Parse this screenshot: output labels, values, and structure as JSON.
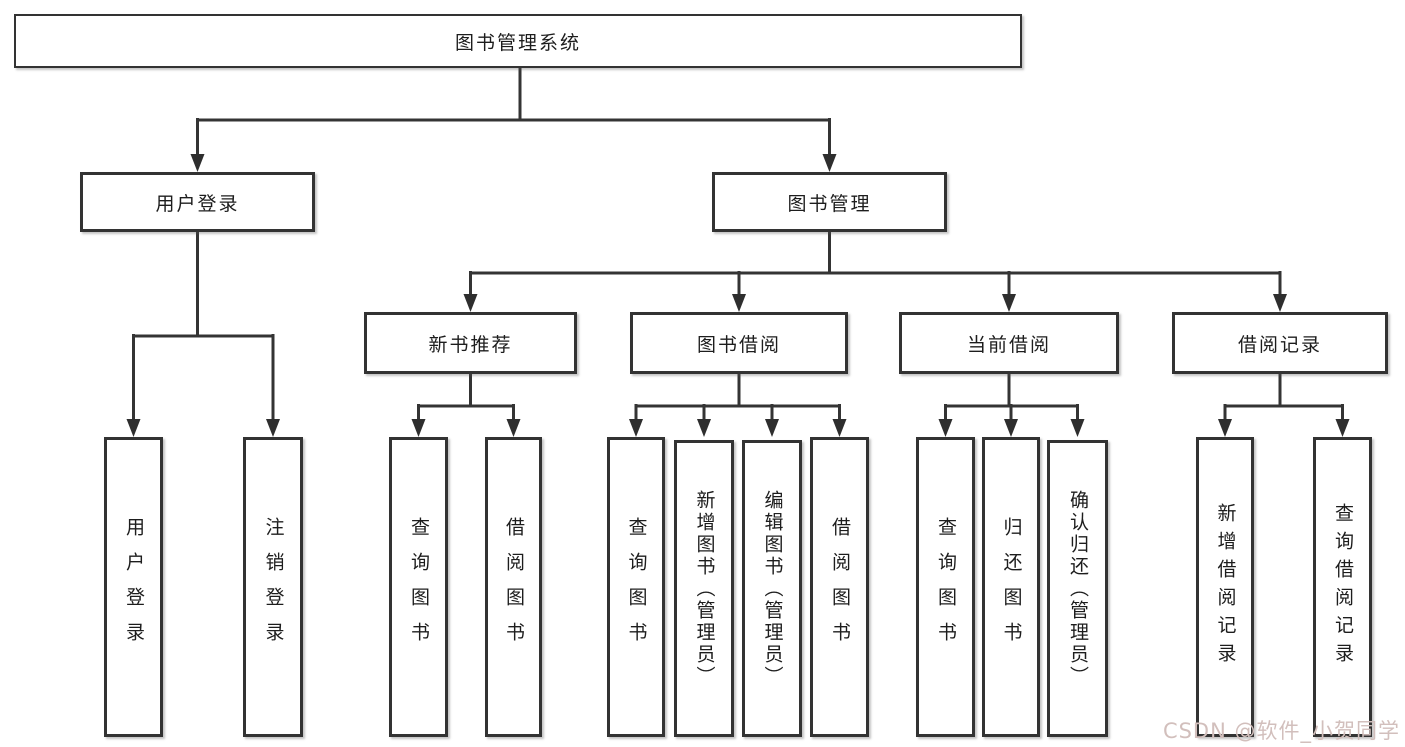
{
  "tree": {
    "root": {
      "label": "图书管理系统"
    },
    "branches": [
      {
        "label": "用户登录",
        "children": [
          {
            "label": "用户登录"
          },
          {
            "label": "注销登录"
          }
        ]
      },
      {
        "label": "图书管理",
        "groups": [
          {
            "label": "新书推荐",
            "children": [
              {
                "label": "查询图书"
              },
              {
                "label": "借阅图书"
              }
            ]
          },
          {
            "label": "图书借阅",
            "children": [
              {
                "label": "查询图书"
              },
              {
                "label": "新增图书（管理员）"
              },
              {
                "label": "编辑图书（管理员）"
              },
              {
                "label": "借阅图书"
              }
            ]
          },
          {
            "label": "当前借阅",
            "children": [
              {
                "label": "查询图书"
              },
              {
                "label": "归还图书"
              },
              {
                "label": "确认归还（管理员）"
              }
            ]
          },
          {
            "label": "借阅记录",
            "children": [
              {
                "label": "新增借阅记录"
              },
              {
                "label": "查询借阅记录"
              }
            ]
          }
        ]
      }
    ]
  },
  "watermark": {
    "text": "CSDN @软件_小贺同学",
    "color": "#d2bfbc"
  },
  "colors": {
    "background": "#ffffff",
    "line": "#343434",
    "box_border": "#333333",
    "text": "#1d1d1d"
  }
}
